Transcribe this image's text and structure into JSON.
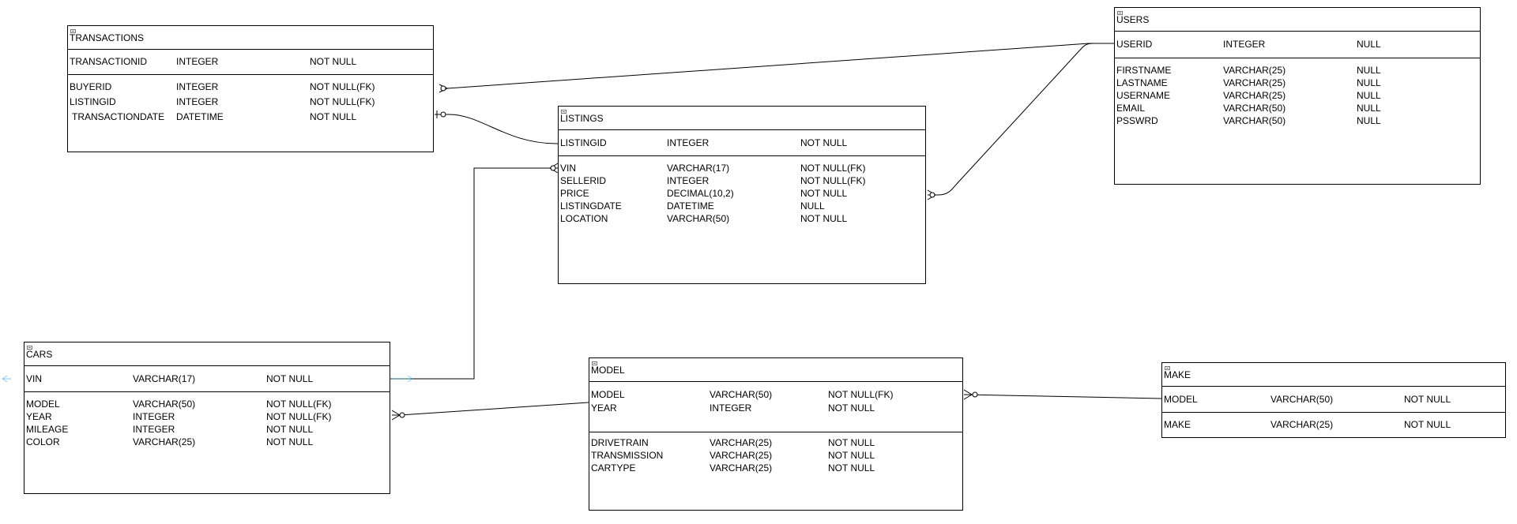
{
  "entities": {
    "transactions": {
      "title": "TRANSACTIONS",
      "pk": [
        {
          "name": "TRANSACTIONID",
          "type": "INTEGER",
          "nullable": "NOT NULL"
        }
      ],
      "fields": [
        {
          "name": "BUYERID",
          "type": "INTEGER",
          "nullable": "NOT NULL(FK)"
        },
        {
          "name": "LISTINGID",
          "type": "INTEGER",
          "nullable": "NOT NULL(FK)"
        },
        {
          "name": "TRANSACTIONDATE",
          "type": "DATETIME",
          "nullable": "NOT NULL"
        }
      ]
    },
    "users": {
      "title": "USERS",
      "pk": [
        {
          "name": "USERID",
          "type": "INTEGER",
          "nullable": "NULL"
        }
      ],
      "fields": [
        {
          "name": "FIRSTNAME",
          "type": "VARCHAR(25)",
          "nullable": "NULL"
        },
        {
          "name": "LASTNAME",
          "type": "VARCHAR(25)",
          "nullable": "NULL"
        },
        {
          "name": "USERNAME",
          "type": "VARCHAR(25)",
          "nullable": "NULL"
        },
        {
          "name": "EMAIL",
          "type": "VARCHAR(50)",
          "nullable": "NULL"
        },
        {
          "name": "PSSWRD",
          "type": "VARCHAR(50)",
          "nullable": "NULL"
        }
      ]
    },
    "listings": {
      "title": "LISTINGS",
      "pk": [
        {
          "name": "LISTINGID",
          "type": "INTEGER",
          "nullable": "NOT NULL"
        }
      ],
      "fields": [
        {
          "name": "VIN",
          "type": "VARCHAR(17)",
          "nullable": "NOT NULL(FK)"
        },
        {
          "name": "SELLERID",
          "type": "INTEGER",
          "nullable": "NOT NULL(FK)"
        },
        {
          "name": "PRICE",
          "type": "DECIMAL(10,2)",
          "nullable": "NOT NULL"
        },
        {
          "name": "LISTINGDATE",
          "type": "DATETIME",
          "nullable": "NULL"
        },
        {
          "name": "LOCATION",
          "type": "VARCHAR(50)",
          "nullable": "NOT NULL"
        }
      ]
    },
    "cars": {
      "title": "CARS",
      "pk": [
        {
          "name": "VIN",
          "type": "VARCHAR(17)",
          "nullable": "NOT NULL"
        }
      ],
      "fields": [
        {
          "name": "MODEL",
          "type": "VARCHAR(50)",
          "nullable": "NOT NULL(FK)"
        },
        {
          "name": "YEAR",
          "type": "INTEGER",
          "nullable": "NOT NULL(FK)"
        },
        {
          "name": "MILEAGE",
          "type": "INTEGER",
          "nullable": "NOT NULL"
        },
        {
          "name": "COLOR",
          "type": "VARCHAR(25)",
          "nullable": "NOT NULL"
        }
      ]
    },
    "model": {
      "title": "MODEL",
      "pk": [
        {
          "name": "MODEL",
          "type": "VARCHAR(50)",
          "nullable": "NOT NULL(FK)"
        },
        {
          "name": "YEAR",
          "type": "INTEGER",
          "nullable": "NOT NULL"
        }
      ],
      "fields": [
        {
          "name": "DRIVETRAIN",
          "type": "VARCHAR(25)",
          "nullable": "NOT NULL"
        },
        {
          "name": "TRANSMISSION",
          "type": "VARCHAR(25)",
          "nullable": "NOT NULL"
        },
        {
          "name": "CARTYPE",
          "type": "VARCHAR(25)",
          "nullable": "NOT NULL"
        }
      ]
    },
    "make": {
      "title": "MAKE",
      "pk": [
        {
          "name": "MODEL",
          "type": "VARCHAR(50)",
          "nullable": "NOT NULL"
        }
      ],
      "fields": [
        {
          "name": "MAKE",
          "type": "VARCHAR(25)",
          "nullable": "NOT NULL"
        }
      ]
    }
  },
  "colors": {
    "line": "#000000",
    "border": "#000000",
    "selection": "#29a3e8"
  }
}
